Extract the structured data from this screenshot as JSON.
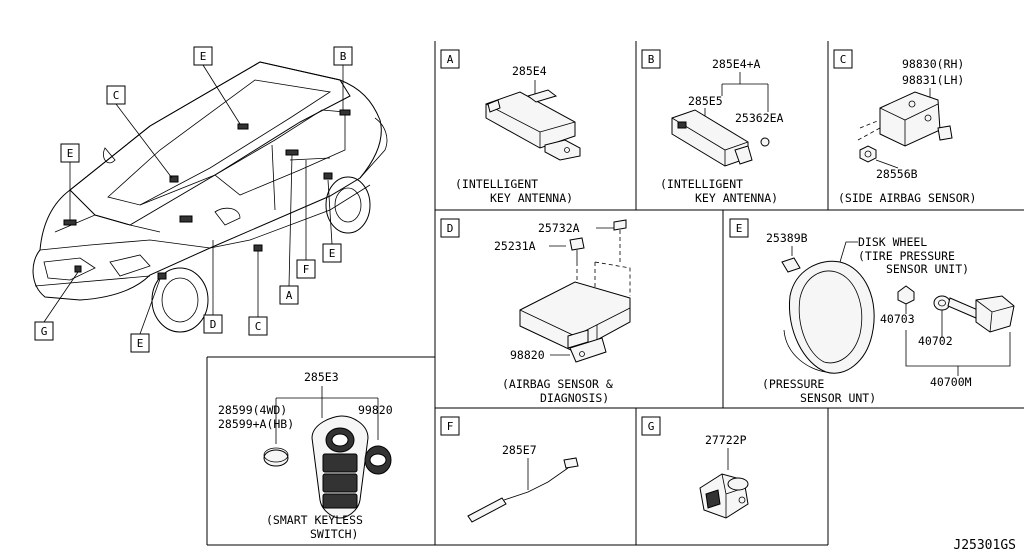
{
  "car_callouts": {
    "e_roof": "E",
    "b_rear": "B",
    "c_cabin": "C",
    "e_hood": "E",
    "g_front": "G",
    "e_front_wheel": "E",
    "d_sill": "D",
    "c_door": "C",
    "a_floor": "A",
    "f_floor": "F",
    "e_rear_wheel": "E"
  },
  "panel_a": {
    "letter": "A",
    "part": "285E4",
    "caption_line1": "(INTELLIGENT",
    "caption_line2": "KEY ANTENNA)"
  },
  "panel_b": {
    "letter": "B",
    "part_main": "285E4+A",
    "part_sub1": "285E5",
    "part_sub2": "25362EA",
    "caption_line1": "(INTELLIGENT",
    "caption_line2": "KEY ANTENNA)"
  },
  "panel_c": {
    "letter": "C",
    "part_rh": "98830(RH)",
    "part_lh": "98831(LH)",
    "part_bolt": "28556B",
    "caption": "(SIDE AIRBAG SENSOR)"
  },
  "panel_d": {
    "letter": "D",
    "part_screw": "25732A",
    "part_bolt": "25231A",
    "part_unit": "98820",
    "caption_line1": "(AIRBAG SENSOR &",
    "caption_line2": "DIAGNOSIS)"
  },
  "panel_e": {
    "letter": "E",
    "part_cap": "25389B",
    "wheel_line1": "DISK WHEEL",
    "wheel_line2": "(TIRE PRESSURE",
    "wheel_line3": "SENSOR UNIT)",
    "part_nut": "40703",
    "part_grommet": "40702",
    "part_unit": "40700M",
    "caption_line1": "(PRESSURE",
    "caption_line2": "SENSOR UNT)"
  },
  "panel_keyless": {
    "part_main": "285E3",
    "part_4wd": "28599(4WD)",
    "part_hb": "28599+A(HB)",
    "part_cover": "99820",
    "caption_line1": "(SMART KEYLESS",
    "caption_line2": "SWITCH)"
  },
  "panel_f": {
    "letter": "F",
    "part": "285E7"
  },
  "panel_g": {
    "letter": "G",
    "part": "27722P"
  },
  "diagram_code": "J25301GS"
}
